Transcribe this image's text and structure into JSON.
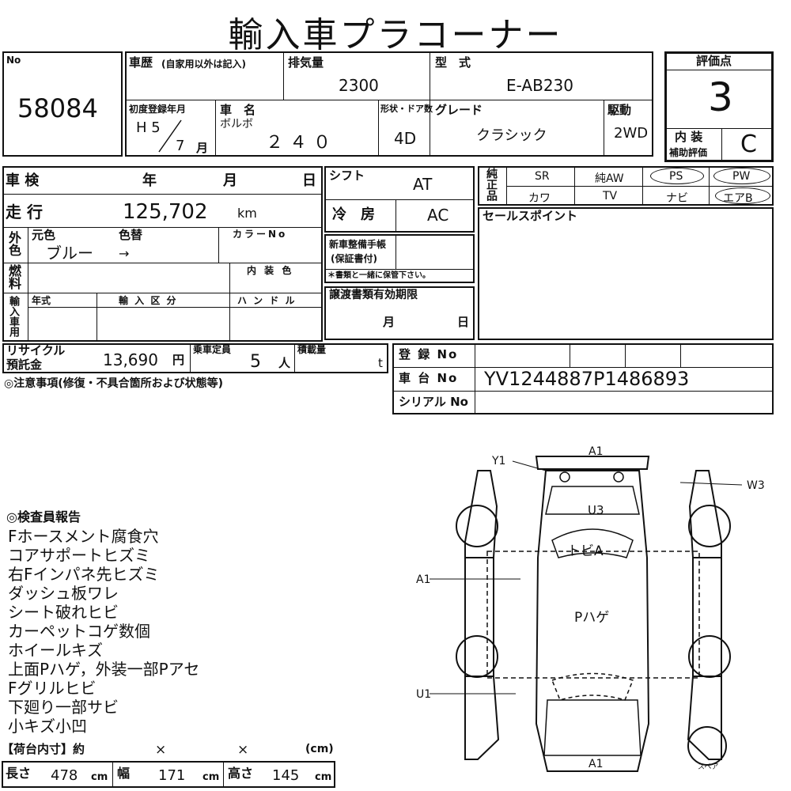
{
  "title": "輸入車プラコーナー",
  "lot": {
    "label": "No",
    "number": "58084"
  },
  "history": {
    "label": "車歴",
    "note": "(自家用以外は記入)"
  },
  "displacement": {
    "label": "排気量",
    "value": "2300"
  },
  "model": {
    "label": "型　式",
    "value": "E-AB230"
  },
  "evaluation": {
    "label": "評価点",
    "score": "3",
    "interior_label_1": "内 装",
    "interior_label_2": "補助評価",
    "interior_value": "C"
  },
  "first_reg": {
    "label": "初度登録年月",
    "era_year": "H 5",
    "month": "7",
    "month_unit": "月"
  },
  "car_name": {
    "label": "車　名",
    "maker": "ボルボ",
    "value": "２４０"
  },
  "body_doors": {
    "label": "形状・ドア数",
    "value": "4D"
  },
  "grade": {
    "label": "グレード",
    "value": "クラシック"
  },
  "drive": {
    "label": "駆動",
    "value": "2WD"
  },
  "inspection": {
    "label": "車 検",
    "year": "年",
    "month": "月",
    "day": "日"
  },
  "shift": {
    "label": "シフト",
    "value": "AT"
  },
  "options": {
    "label": "純正品",
    "row1": [
      "SR",
      "純AW",
      "PS",
      "PW"
    ],
    "row2": [
      "カワ",
      "TV",
      "ナビ",
      "エアB"
    ]
  },
  "mileage": {
    "label": "走 行",
    "value": "125,702",
    "unit": "km"
  },
  "aircon": {
    "label": "冷　房",
    "value": "AC"
  },
  "sales_point": {
    "label": "セールスポイント"
  },
  "color": {
    "outer_label": "外色",
    "original_label": "元色",
    "change_label": "色替",
    "code_label": "カラーNo",
    "original": "ブルー",
    "change": "→"
  },
  "manual": {
    "label_1": "新車整備手帳",
    "label_2": "(保証書付)",
    "note": "＊書類と一緒に保管下さい。"
  },
  "fuel": {
    "label": "燃料",
    "interior_color_label": "内 装 色"
  },
  "import": {
    "label": "輸入車用",
    "year_label": "年式",
    "class_label": "輸 入 区 分",
    "handle_label": "ハ ン ド ル"
  },
  "transfer": {
    "label": "譲渡書類有効期限",
    "month": "月",
    "day": "日"
  },
  "recycle": {
    "label_1": "リサイクル",
    "label_2": "預託金",
    "value": "13,690",
    "unit": "円"
  },
  "capacity": {
    "label": "乗車定員",
    "value": "5",
    "unit": "人"
  },
  "load": {
    "label": "積載量",
    "unit": "t"
  },
  "registration": {
    "label": "登 録 No"
  },
  "chassis": {
    "label": "車 台 No",
    "value": "YV1244887P1486893"
  },
  "serial": {
    "label": "シリアル No"
  },
  "notes": {
    "label": "◎注意事項(修復・不具合箇所および状態等)"
  },
  "report": {
    "label": "◎検査員報告",
    "lines": [
      "Fホースメント腐食穴",
      "コアサポートヒズミ",
      "右Fインパネ先ヒズミ",
      "ダッシュ板ワレ",
      "シート破れヒビ",
      "カーペットコゲ数個",
      "ホイールキズ",
      "上面Pハゲ，外装一部Pアセ",
      "Fグリルヒビ",
      "下廻り一部サビ",
      "小キズ小凹"
    ]
  },
  "cargo": {
    "label": "【荷台内寸】約",
    "x1": "×",
    "x2": "×",
    "unit_label": "(cm)"
  },
  "dims": {
    "length_label": "長さ",
    "length": "478",
    "width_label": "幅",
    "width": "171",
    "height_label": "高さ",
    "height": "145",
    "unit": "cm"
  },
  "diagram": {
    "marks": [
      "A1",
      "Y1",
      "W3",
      "U3",
      "トビA",
      "A1",
      "Pハゲ",
      "U1",
      "A1"
    ],
    "spare_label": "スペア"
  }
}
